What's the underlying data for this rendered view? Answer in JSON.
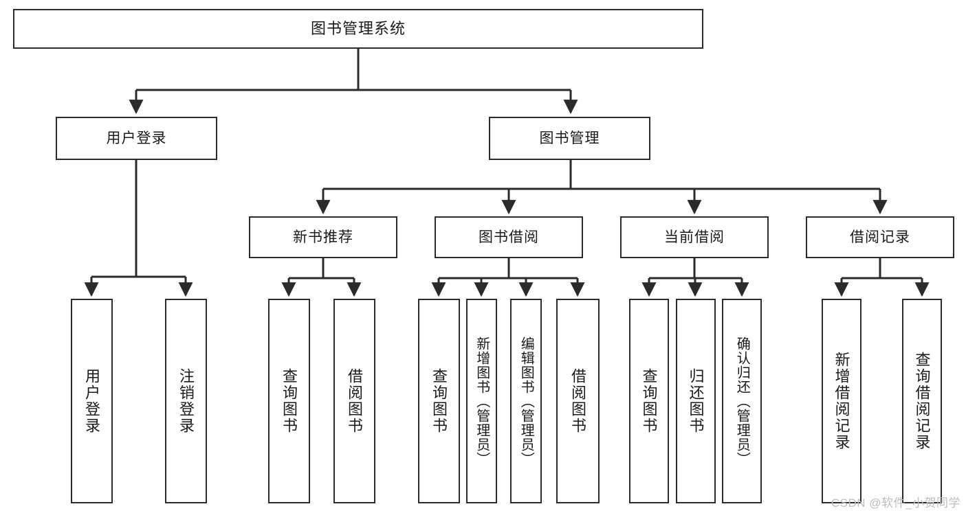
{
  "diagram": {
    "title": "图书管理系统",
    "type": "tree",
    "stroke_color": "#2b2b2b",
    "fill_color": "#ffffff",
    "text_color": "#1a1a1a"
  },
  "nodes": {
    "root": {
      "label": "图书管理系统"
    },
    "level2": [
      {
        "label": "用户登录"
      },
      {
        "label": "图书管理"
      }
    ],
    "level3": [
      {
        "label": "新书推荐"
      },
      {
        "label": "图书借阅"
      },
      {
        "label": "当前借阅"
      },
      {
        "label": "借阅记录"
      }
    ],
    "leaves_user_login": [
      {
        "label": "用户登录"
      },
      {
        "label": "注销登录"
      }
    ],
    "leaves_new_book": [
      {
        "label": "查询图书"
      },
      {
        "label": "借阅图书"
      }
    ],
    "leaves_borrow": [
      {
        "label": "查询图书"
      },
      {
        "label": "新增图书（管理员）"
      },
      {
        "label": "编辑图书（管理员）"
      },
      {
        "label": "借阅图书"
      }
    ],
    "leaves_current": [
      {
        "label": "查询图书"
      },
      {
        "label": "归还图书"
      },
      {
        "label": "确认归还（管理员）"
      }
    ],
    "leaves_record": [
      {
        "label": "新增借阅记录"
      },
      {
        "label": "查询借阅记录"
      }
    ]
  },
  "watermark": {
    "text": "CSDN @软件_小贺同学"
  }
}
